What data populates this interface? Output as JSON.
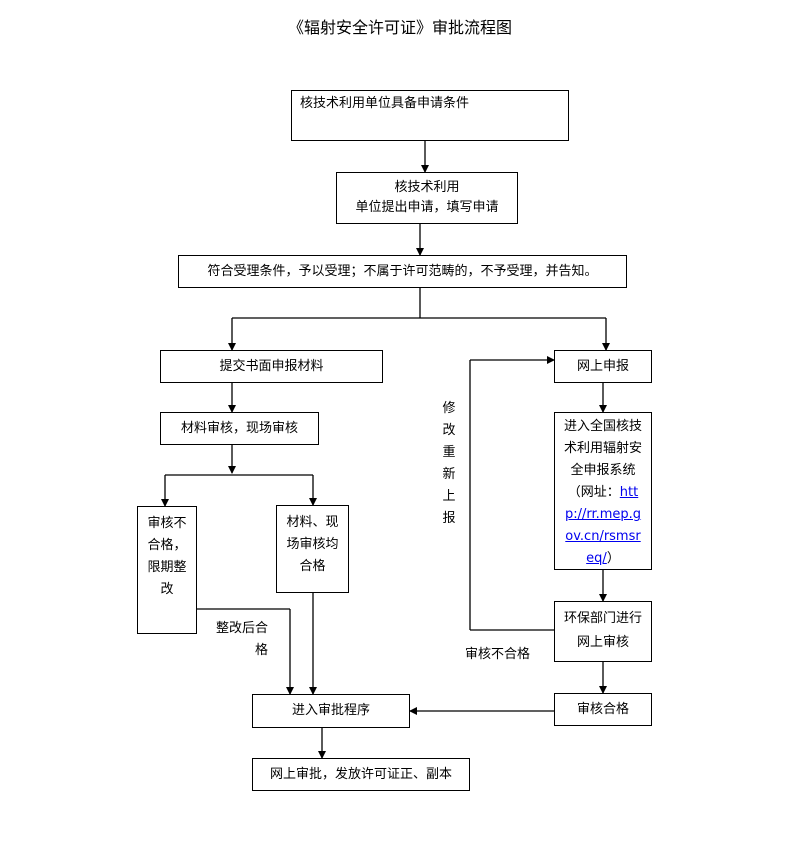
{
  "title": "《辐射安全许可证》审批流程图",
  "nodes": {
    "n1": "核技术利用单位具备申请条件",
    "n2_line1": "核技术利用",
    "n2_line2": "单位提出申请，填写申请",
    "n3": "符合受理条件，予以受理；不属于许可范畴的，不予受理，并告知。",
    "n4": "提交书面申报材料",
    "n5": "材料审核，现场审核",
    "n6": "审核不合格，限期整改",
    "n7": "材料、现场审核均合格",
    "n8": "网上申报",
    "n9_text": "进入全国核技术利用辐射安全申报系统（网址：",
    "n9_url": "http://rr.mep.gov.cn/rsmsreq/",
    "n9_tail": "）",
    "n10": "环保部门进行网上审核",
    "n11": "审核合格",
    "n12": "进入审批程序",
    "n13": "网上审批，发放许可证正、副本"
  },
  "labels": {
    "resubmit": "修改重新上报",
    "rectified_pass": "整改后合格",
    "review_fail": "审核不合格"
  }
}
